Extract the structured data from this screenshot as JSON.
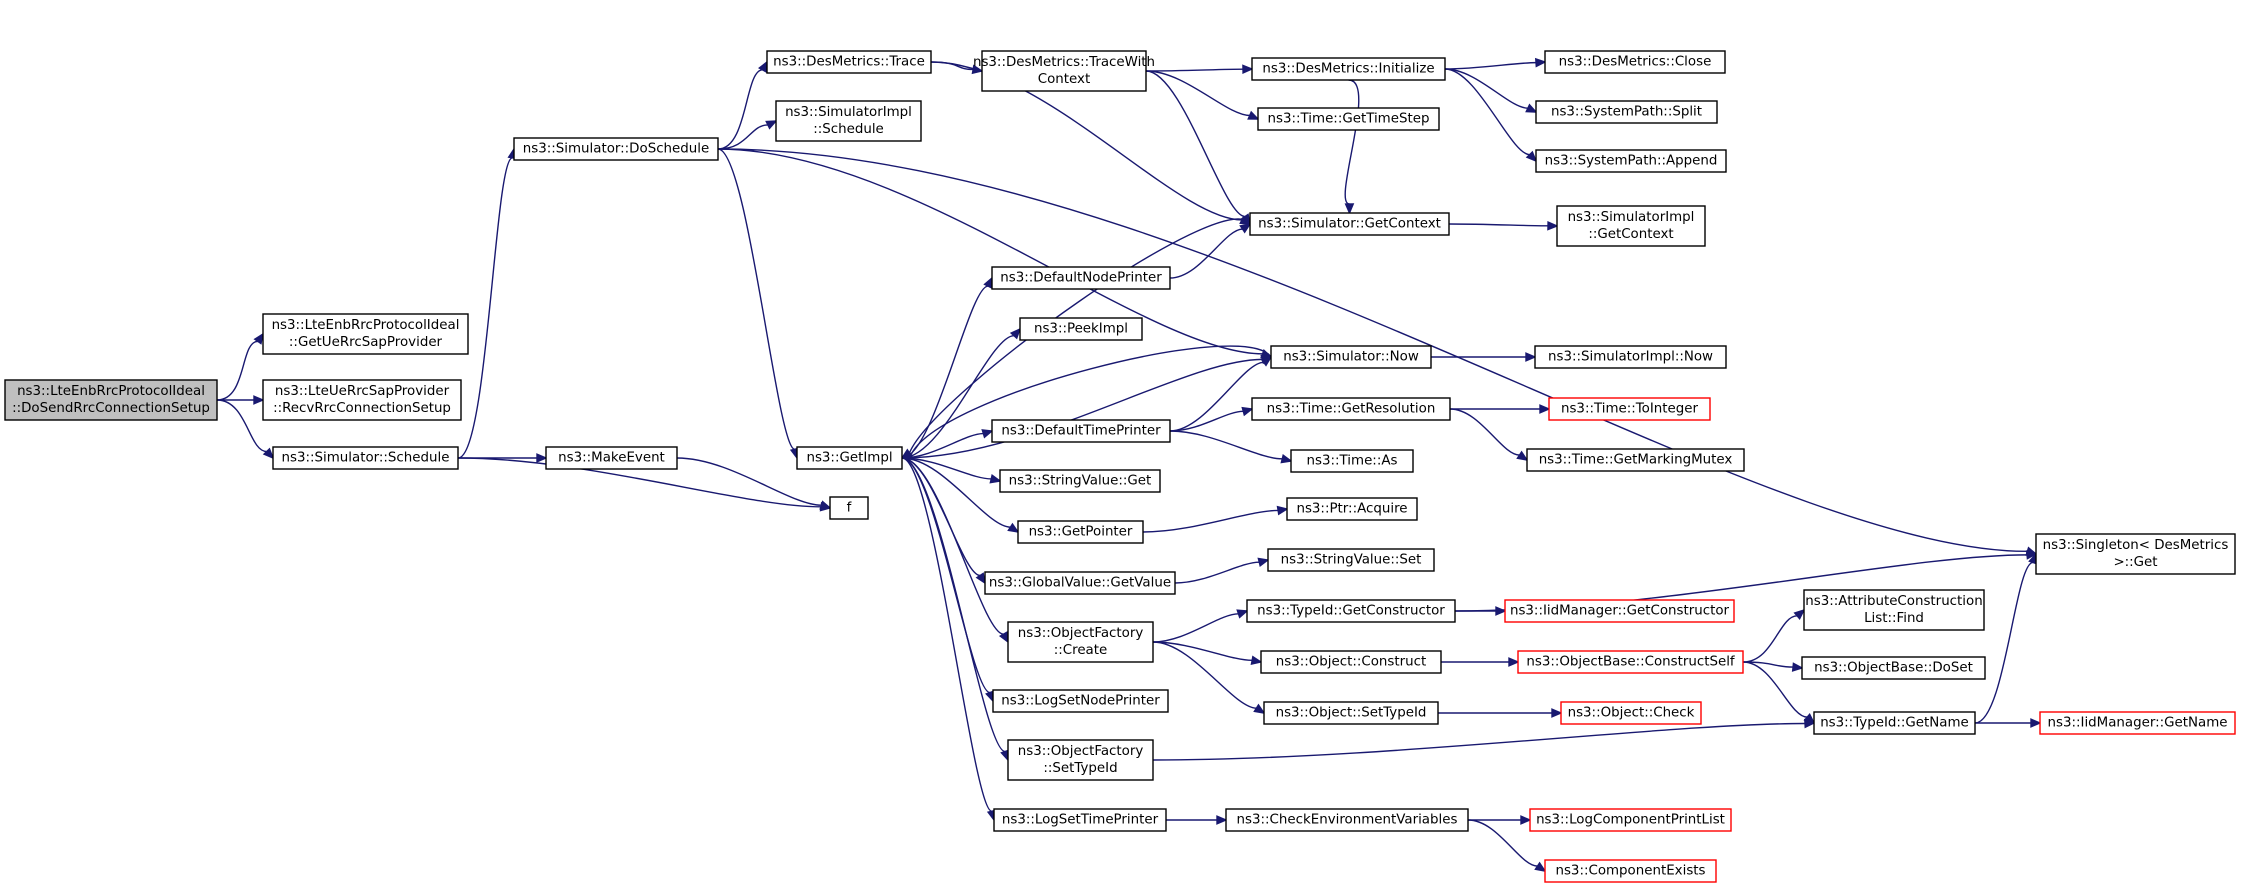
{
  "graph": {
    "colors": {
      "edge": "#191970",
      "root_fill": "#bfbfbf",
      "truncated_border": "#ff0000",
      "node_border": "#000000"
    },
    "nodes": [
      {
        "id": "root",
        "lines": [
          "ns3::LteEnbRrcProtocolIdeal",
          "::DoSendRrcConnectionSetup"
        ],
        "root": true
      },
      {
        "id": "getuerrc",
        "lines": [
          "ns3::LteEnbRrcProtocolIdeal",
          "::GetUeRrcSapProvider"
        ]
      },
      {
        "id": "recvrrc",
        "lines": [
          "ns3::LteUeRrcSapProvider",
          "::RecvRrcConnectionSetup"
        ]
      },
      {
        "id": "simschedule",
        "lines": [
          "ns3::Simulator::Schedule"
        ]
      },
      {
        "id": "doschedule",
        "lines": [
          "ns3::Simulator::DoSchedule"
        ]
      },
      {
        "id": "makeevent",
        "lines": [
          "ns3::MakeEvent"
        ]
      },
      {
        "id": "f",
        "lines": [
          "f"
        ]
      },
      {
        "id": "trace",
        "lines": [
          "ns3::DesMetrics::Trace"
        ]
      },
      {
        "id": "implschedule",
        "lines": [
          "ns3::SimulatorImpl",
          "::Schedule"
        ]
      },
      {
        "id": "getimpl",
        "lines": [
          "ns3::GetImpl"
        ]
      },
      {
        "id": "tracewith",
        "lines": [
          "ns3::DesMetrics::TraceWith",
          "Context"
        ]
      },
      {
        "id": "initialize",
        "lines": [
          "ns3::DesMetrics::Initialize"
        ]
      },
      {
        "id": "close",
        "lines": [
          "ns3::DesMetrics::Close"
        ]
      },
      {
        "id": "split",
        "lines": [
          "ns3::SystemPath::Split"
        ]
      },
      {
        "id": "append",
        "lines": [
          "ns3::SystemPath::Append"
        ]
      },
      {
        "id": "gettimestep",
        "lines": [
          "ns3::Time::GetTimeStep"
        ]
      },
      {
        "id": "getcontext",
        "lines": [
          "ns3::Simulator::GetContext"
        ]
      },
      {
        "id": "implgetcontext",
        "lines": [
          "ns3::SimulatorImpl",
          "::GetContext"
        ]
      },
      {
        "id": "defaultnode",
        "lines": [
          "ns3::DefaultNodePrinter"
        ]
      },
      {
        "id": "peekimpl",
        "lines": [
          "ns3::PeekImpl"
        ]
      },
      {
        "id": "simnow",
        "lines": [
          "ns3::Simulator::Now"
        ]
      },
      {
        "id": "implnow",
        "lines": [
          "ns3::SimulatorImpl::Now"
        ]
      },
      {
        "id": "defaulttime",
        "lines": [
          "ns3::DefaultTimePrinter"
        ]
      },
      {
        "id": "getres",
        "lines": [
          "ns3::Time::GetResolution"
        ]
      },
      {
        "id": "tointeger",
        "lines": [
          "ns3::Time::ToInteger"
        ],
        "truncated": true
      },
      {
        "id": "timeas",
        "lines": [
          "ns3::Time::As"
        ]
      },
      {
        "id": "markingmutex",
        "lines": [
          "ns3::Time::GetMarkingMutex"
        ]
      },
      {
        "id": "strget",
        "lines": [
          "ns3::StringValue::Get"
        ]
      },
      {
        "id": "getpointer",
        "lines": [
          "ns3::GetPointer"
        ]
      },
      {
        "id": "ptracquire",
        "lines": [
          "ns3::Ptr::Acquire"
        ]
      },
      {
        "id": "globalgetvalue",
        "lines": [
          "ns3::GlobalValue::GetValue"
        ]
      },
      {
        "id": "strset",
        "lines": [
          "ns3::StringValue::Set"
        ]
      },
      {
        "id": "singletonget",
        "lines": [
          "ns3::Singleton< DesMetrics",
          " >::Get"
        ]
      },
      {
        "id": "ofcreate",
        "lines": [
          "ns3::ObjectFactory",
          "::Create"
        ]
      },
      {
        "id": "typeidgetctor",
        "lines": [
          "ns3::TypeId::GetConstructor"
        ]
      },
      {
        "id": "iidgetctor",
        "lines": [
          "ns3::IidManager::GetConstructor"
        ],
        "truncated": true
      },
      {
        "id": "acfind",
        "lines": [
          "ns3::AttributeConstruction",
          "List::Find"
        ]
      },
      {
        "id": "objconstruct",
        "lines": [
          "ns3::Object::Construct"
        ]
      },
      {
        "id": "constructself",
        "lines": [
          "ns3::ObjectBase::ConstructSelf"
        ],
        "truncated": true
      },
      {
        "id": "doset",
        "lines": [
          "ns3::ObjectBase::DoSet"
        ]
      },
      {
        "id": "logsetnode",
        "lines": [
          "ns3::LogSetNodePrinter"
        ]
      },
      {
        "id": "objsettypeid",
        "lines": [
          "ns3::Object::SetTypeId"
        ]
      },
      {
        "id": "objcheck",
        "lines": [
          "ns3::Object::Check"
        ],
        "truncated": true
      },
      {
        "id": "typeidgetname",
        "lines": [
          "ns3::TypeId::GetName"
        ]
      },
      {
        "id": "iidgetname",
        "lines": [
          "ns3::IidManager::GetName"
        ],
        "truncated": true
      },
      {
        "id": "ofsettypeid",
        "lines": [
          "ns3::ObjectFactory",
          "::SetTypeId"
        ]
      },
      {
        "id": "logsettime",
        "lines": [
          "ns3::LogSetTimePrinter"
        ]
      },
      {
        "id": "checkenv",
        "lines": [
          "ns3::CheckEnvironmentVariables"
        ]
      },
      {
        "id": "logcompprint",
        "lines": [
          "ns3::LogComponentPrintList"
        ],
        "truncated": true
      },
      {
        "id": "compexists",
        "lines": [
          "ns3::ComponentExists"
        ],
        "truncated": true
      }
    ],
    "edges": [
      [
        "root",
        "getuerrc"
      ],
      [
        "root",
        "recvrrc"
      ],
      [
        "root",
        "simschedule"
      ],
      [
        "simschedule",
        "doschedule"
      ],
      [
        "simschedule",
        "makeevent"
      ],
      [
        "simschedule",
        "f"
      ],
      [
        "makeevent",
        "f"
      ],
      [
        "doschedule",
        "trace"
      ],
      [
        "doschedule",
        "implschedule"
      ],
      [
        "doschedule",
        "getimpl"
      ],
      [
        "doschedule",
        "simnow"
      ],
      [
        "doschedule",
        "singletonget"
      ],
      [
        "trace",
        "tracewith"
      ],
      [
        "trace",
        "getcontext"
      ],
      [
        "tracewith",
        "initialize"
      ],
      [
        "tracewith",
        "gettimestep"
      ],
      [
        "tracewith",
        "getcontext"
      ],
      [
        "initialize",
        "close"
      ],
      [
        "initialize",
        "split"
      ],
      [
        "initialize",
        "append"
      ],
      [
        "initialize",
        "getcontext"
      ],
      [
        "getcontext",
        "implgetcontext"
      ],
      [
        "getcontext",
        "getimpl"
      ],
      [
        "getimpl",
        "defaultnode"
      ],
      [
        "getimpl",
        "peekimpl"
      ],
      [
        "getimpl",
        "simnow"
      ],
      [
        "getimpl",
        "defaulttime"
      ],
      [
        "getimpl",
        "strget"
      ],
      [
        "getimpl",
        "getpointer"
      ],
      [
        "getimpl",
        "globalgetvalue"
      ],
      [
        "getimpl",
        "ofcreate"
      ],
      [
        "getimpl",
        "logsetnode"
      ],
      [
        "getimpl",
        "ofsettypeid"
      ],
      [
        "getimpl",
        "logsettime"
      ],
      [
        "defaultnode",
        "getcontext"
      ],
      [
        "simnow",
        "implnow"
      ],
      [
        "simnow",
        "getimpl"
      ],
      [
        "defaulttime",
        "simnow"
      ],
      [
        "defaulttime",
        "getres"
      ],
      [
        "defaulttime",
        "timeas"
      ],
      [
        "getres",
        "tointeger"
      ],
      [
        "getres",
        "markingmutex"
      ],
      [
        "getpointer",
        "ptracquire"
      ],
      [
        "globalgetvalue",
        "strset"
      ],
      [
        "ofcreate",
        "typeidgetctor"
      ],
      [
        "ofcreate",
        "objconstruct"
      ],
      [
        "ofcreate",
        "objsettypeid"
      ],
      [
        "typeidgetctor",
        "iidgetctor"
      ],
      [
        "typeidgetctor",
        "singletonget"
      ],
      [
        "objconstruct",
        "constructself"
      ],
      [
        "constructself",
        "acfind"
      ],
      [
        "constructself",
        "doset"
      ],
      [
        "constructself",
        "typeidgetname"
      ],
      [
        "objsettypeid",
        "objcheck"
      ],
      [
        "typeidgetname",
        "iidgetname"
      ],
      [
        "typeidgetname",
        "singletonget"
      ],
      [
        "ofsettypeid",
        "typeidgetname"
      ],
      [
        "logsettime",
        "checkenv"
      ],
      [
        "checkenv",
        "logcompprint"
      ],
      [
        "checkenv",
        "compexists"
      ]
    ]
  }
}
